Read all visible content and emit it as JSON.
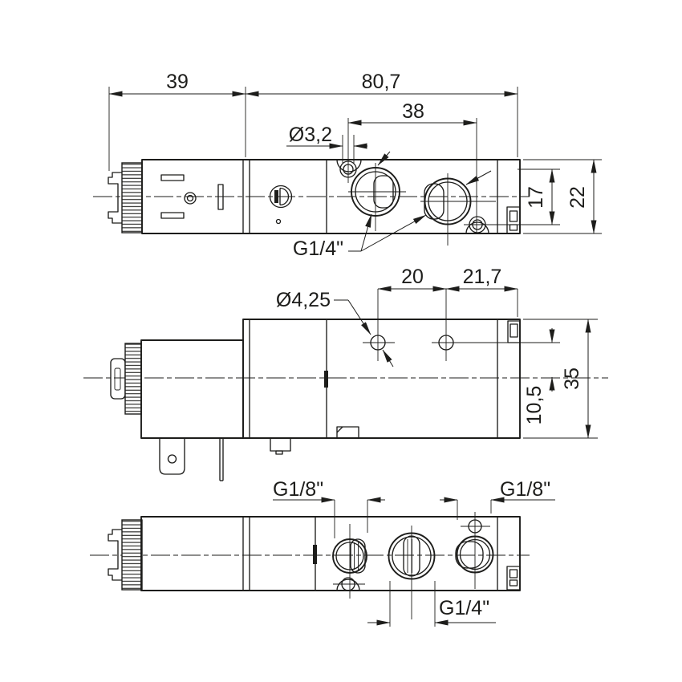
{
  "drawing": {
    "background_color": "#ffffff",
    "line_color": "#1d1d1b",
    "top_view": {
      "dim_solenoid_length": "39",
      "dim_valve_length": "80,7",
      "dim_mount_hole_spacing_x": "38",
      "dim_mount_hole_diameter": "Ø3,2",
      "dim_mount_hole_spacing_y": "17",
      "dim_body_width": "22",
      "port_thread_label": "G1/4\""
    },
    "side_view": {
      "dim_pilot_hole_spacing": "20",
      "dim_hole_to_end": "21,7",
      "dim_pilot_hole_diameter": "Ø4,25",
      "dim_hole_to_axis": "10,5",
      "dim_body_height": "35"
    },
    "bottom_view": {
      "port_thread_left": "G1/8\"",
      "port_thread_right": "G1/8\"",
      "port_thread_center": "G1/4\""
    }
  }
}
